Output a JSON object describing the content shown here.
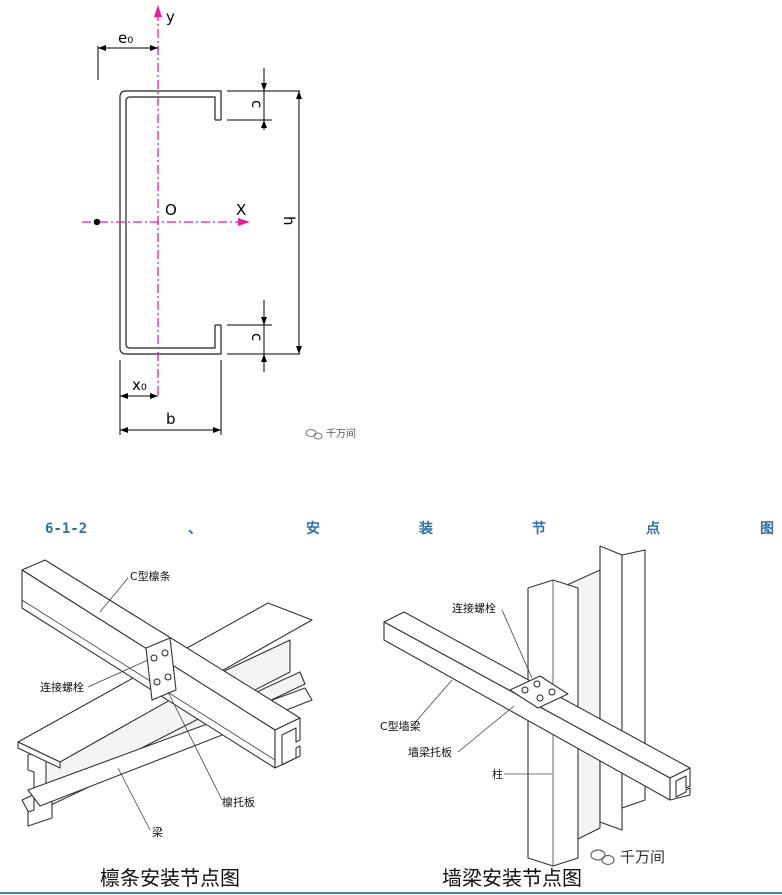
{
  "section_drawing": {
    "labels": {
      "y": "y",
      "x": "X",
      "origin": "O",
      "e0": "e₀",
      "x0": "x₀",
      "b": "b",
      "h": "h",
      "c_top": "c",
      "c_bottom": "c"
    },
    "axis_color": "#e0219b",
    "watermark": "千万间"
  },
  "heading": {
    "chars": [
      "6-1-2",
      "、",
      "安",
      "装",
      "节",
      "点",
      "图"
    ],
    "color": "#2b6fa6"
  },
  "left_figure": {
    "caption": "檩条安装节点图",
    "callouts": {
      "purlin": "C型檩条",
      "bolt": "连接螺栓",
      "plate": "檩托板",
      "beam": "梁"
    }
  },
  "right_figure": {
    "caption": "墙梁安装节点图",
    "callouts": {
      "bolt": "连接螺栓",
      "wall_beam": "C型墙梁",
      "plate": "墙梁托板",
      "column": "柱"
    },
    "watermark": "千万间"
  }
}
